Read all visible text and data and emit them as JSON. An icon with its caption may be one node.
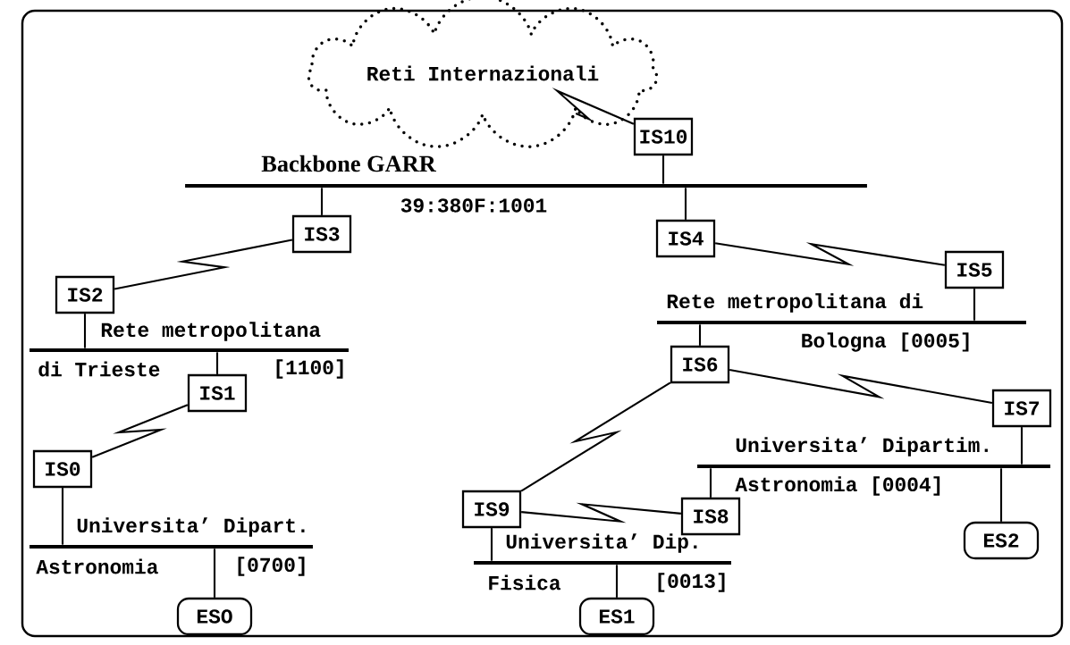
{
  "diagram": {
    "nodes": [
      {
        "text": [
          "Reti Internazionali"
        ]
      },
      {
        "text": [
          "IS10"
        ]
      },
      {
        "text": [
          "Backbone GARR",
          "39:380F:1001"
        ]
      },
      {
        "text": [
          "IS3"
        ]
      },
      {
        "text": [
          "IS4"
        ]
      },
      {
        "text": [
          "IS2"
        ]
      },
      {
        "text": [
          "IS5"
        ]
      },
      {
        "text": [
          "Rete metropolitana",
          "di Trieste",
          "[1100]"
        ]
      },
      {
        "text": [
          "Rete metropolitana di",
          "Bologna [0005]"
        ]
      },
      {
        "text": [
          "IS1"
        ]
      },
      {
        "text": [
          "IS6"
        ]
      },
      {
        "text": [
          "IS0"
        ]
      },
      {
        "text": [
          "IS7"
        ]
      },
      {
        "text": [
          "Universita’ Dipart.",
          "Astronomia",
          "[0700]"
        ]
      },
      {
        "text": [
          "Universita’ Dipartim.",
          "Astronomia [0004]"
        ]
      },
      {
        "text": [
          "IS9"
        ]
      },
      {
        "text": [
          "IS8"
        ]
      },
      {
        "text": [
          "ES2"
        ]
      },
      {
        "text": [
          "Universita’ Dip.",
          "Fisica",
          "[0013]"
        ]
      },
      {
        "text": [
          "ESO"
        ]
      },
      {
        "text": [
          "ES1"
        ]
      }
    ],
    "edges": [
      {
        "from": 0,
        "to": 1,
        "arrow": "none"
      },
      {
        "from": 1,
        "to": 2,
        "arrow": "none"
      },
      {
        "from": 2,
        "to": 3,
        "arrow": "none"
      },
      {
        "from": 2,
        "to": 4,
        "arrow": "none"
      },
      {
        "from": 3,
        "to": 5,
        "arrow": "none"
      },
      {
        "from": 4,
        "to": 6,
        "arrow": "none"
      },
      {
        "from": 5,
        "to": 7,
        "arrow": "none"
      },
      {
        "from": 6,
        "to": 8,
        "arrow": "none"
      },
      {
        "from": 7,
        "to": 9,
        "arrow": "none"
      },
      {
        "from": 8,
        "to": 10,
        "arrow": "none"
      },
      {
        "from": 9,
        "to": 11,
        "arrow": "none"
      },
      {
        "from": 10,
        "to": 12,
        "arrow": "none"
      },
      {
        "from": 10,
        "to": 15,
        "arrow": "none"
      },
      {
        "from": 11,
        "to": 13,
        "arrow": "none"
      },
      {
        "from": 12,
        "to": 14,
        "arrow": "none"
      },
      {
        "from": 13,
        "to": 19,
        "arrow": "none"
      },
      {
        "from": 14,
        "to": 16,
        "arrow": "none"
      },
      {
        "from": 14,
        "to": 17,
        "arrow": "none"
      },
      {
        "from": 15,
        "to": 18,
        "arrow": "none"
      },
      {
        "from": 16,
        "to": 15,
        "arrow": "none"
      },
      {
        "from": 18,
        "to": 20,
        "arrow": "none"
      }
    ]
  }
}
